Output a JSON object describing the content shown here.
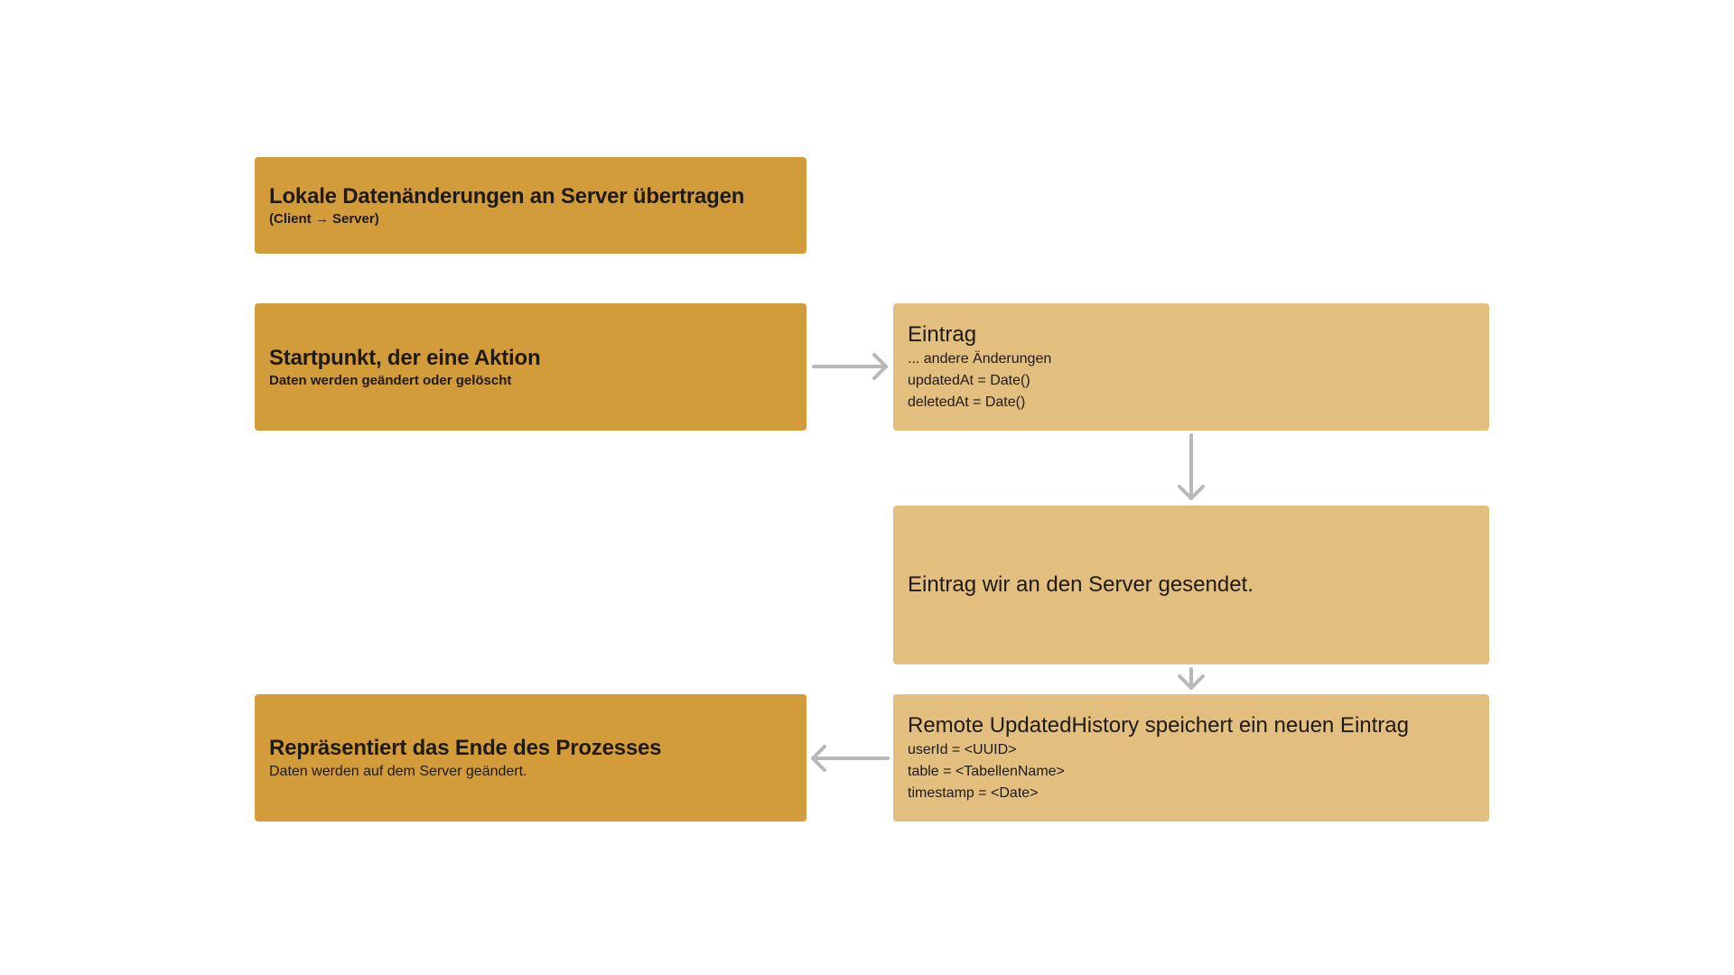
{
  "header_box": {
    "title": "Lokale Datenänderungen an Server übertragen",
    "subtitle": "(Client → Server)"
  },
  "start_box": {
    "title": "Startpunkt, der eine Aktion",
    "subtitle": "Daten werden geändert oder gelöscht"
  },
  "entry_box": {
    "title": "Eintrag",
    "lines": [
      "... andere Änderungen",
      "updatedAt = Date()",
      "deletedAt = Date()"
    ]
  },
  "send_box": {
    "text": "Eintrag wir an den Server gesendet."
  },
  "remote_box": {
    "title": "Remote UpdatedHistory speichert ein neuen Eintrag",
    "lines": [
      "userId = <UUID>",
      "table = <TabellenName>",
      "timestamp = <Date>"
    ]
  },
  "end_box": {
    "title": "Repräsentiert das Ende des Prozesses",
    "subtitle": "Daten werden auf dem Server geändert."
  },
  "colors": {
    "dark_box": "#d39c3b",
    "light_box": "#e2bf7f",
    "arrow": "#b8b8b8"
  }
}
